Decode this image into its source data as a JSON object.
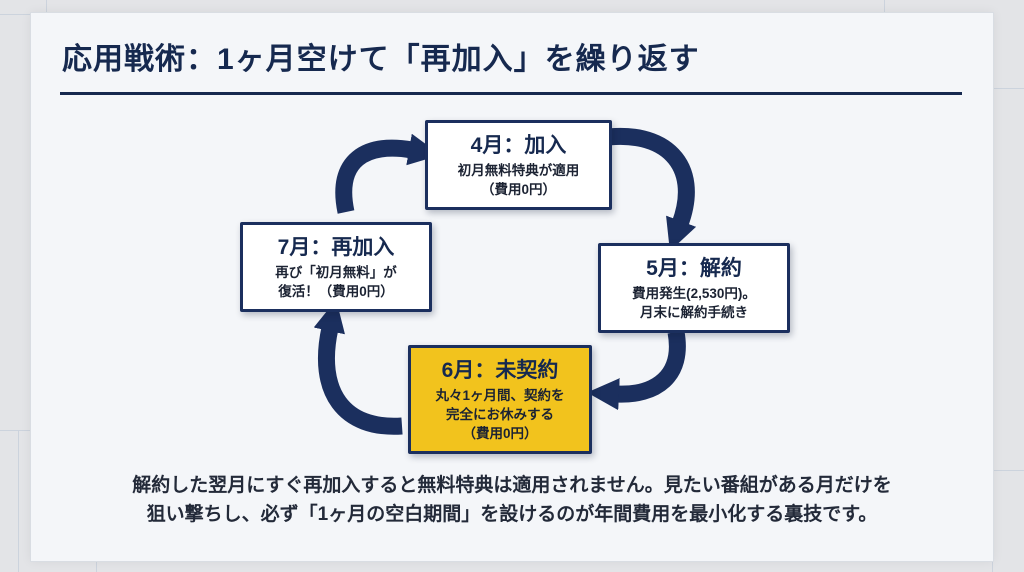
{
  "slide": {
    "title": "応用戦術：1ヶ月空けて「再加入」を繰り返す",
    "footer": {
      "line1": "解約した翌月にすぐ再加入すると無料特典は適用されません。見たい番組がある月だけを",
      "line2": "狙い撃ちし、必ず「1ヶ月の空白期間」を設けるのが年間費用を最小化する裏技です。"
    }
  },
  "cycle": {
    "nodes": [
      {
        "id": "april-join",
        "title": "4月：加入",
        "lines": [
          "初月無料特典が適用",
          "（費用0円）"
        ],
        "highlight": false
      },
      {
        "id": "may-cancel",
        "title": "5月：解約",
        "lines": [
          "費用発生(2,530円)。",
          "月末に解約手続き"
        ],
        "highlight": false
      },
      {
        "id": "june-no-contract",
        "title": "6月：未契約",
        "lines": [
          "丸々1ヶ月間、契約を",
          "完全にお休みする",
          "（費用0円）"
        ],
        "highlight": true
      },
      {
        "id": "july-rejoin",
        "title": "7月：再加入",
        "lines": [
          "再び「初月無料」が",
          "復活！（費用0円）"
        ],
        "highlight": false
      }
    ]
  },
  "colors": {
    "navy": "#1b2f5e",
    "highlight_yellow": "#f2c31d",
    "card_background": "#f4f6f9",
    "outer_background": "#e3e4e7"
  }
}
